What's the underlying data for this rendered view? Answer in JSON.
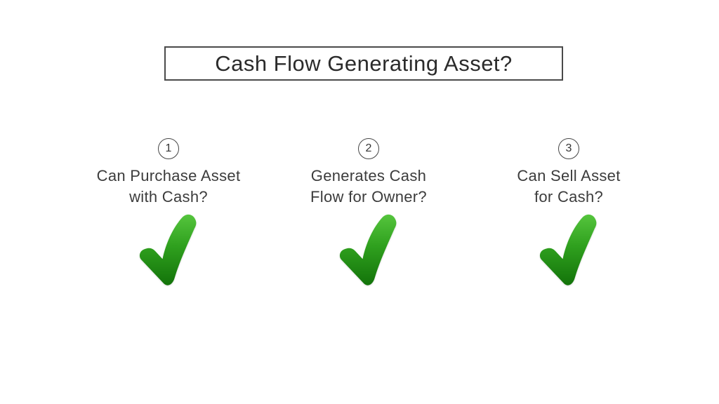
{
  "slide": {
    "background": "#ffffff",
    "title": "Cash Flow Generating Asset?",
    "steps": [
      {
        "number": "1",
        "question_line1": "Can Purchase Asset",
        "question_line2": "with Cash?",
        "result_icon": "green-checkmark"
      },
      {
        "number": "2",
        "question_line1": "Generates Cash",
        "question_line2": "Flow for Owner?",
        "result_icon": "green-checkmark"
      },
      {
        "number": "3",
        "question_line1": "Can Sell Asset",
        "question_line2": "for Cash?",
        "result_icon": "green-checkmark"
      }
    ],
    "colors": {
      "title_text": "#2b2b2b",
      "body_text": "#3c3c3c",
      "box_border": "#4a4a4a",
      "circle_border": "#454545",
      "check_green_top": "#55c53d",
      "check_green_mid": "#2fa01e",
      "check_green_bottom": "#13730a"
    }
  }
}
